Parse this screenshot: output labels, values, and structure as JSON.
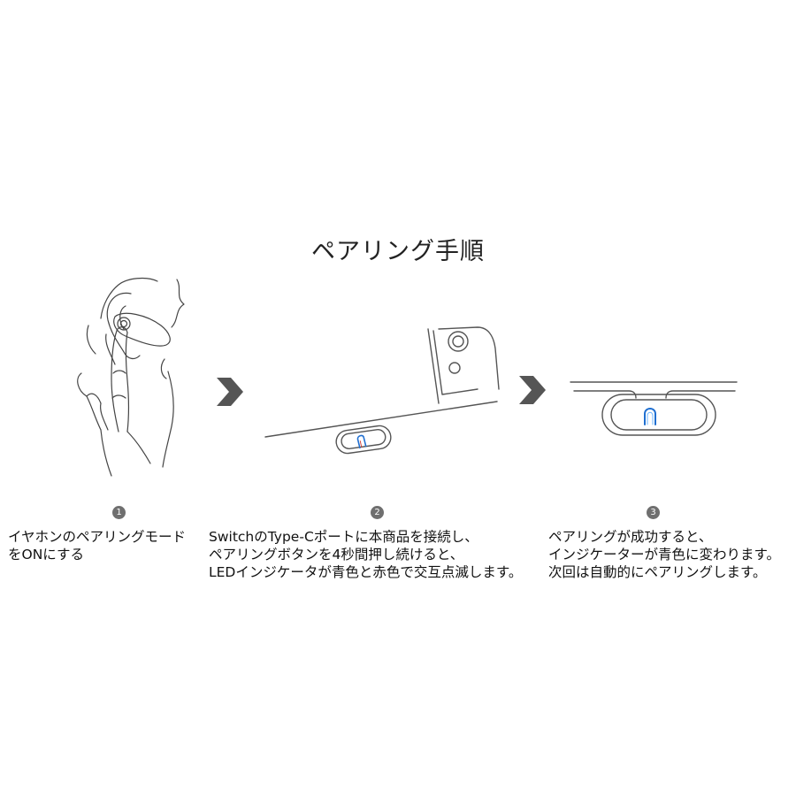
{
  "title": "ペアリング手順",
  "steps": [
    {
      "number": "1",
      "lines": [
        "イヤホンのペアリングモード",
        "をONにする"
      ]
    },
    {
      "number": "2",
      "lines": [
        "SwitchのType-Cポートに本商品を接続し、",
        "ペアリングボタンを4秒間押し続けると、",
        "LEDインジケータが青色と赤色で交互点滅します。"
      ]
    },
    {
      "number": "3",
      "lines": [
        "ペアリングが成功すると、",
        "インジケーターが青色に変わります。",
        "次回は自動的にペアリングします。"
      ]
    }
  ],
  "icons": {
    "arrow": "chevron-right-icon",
    "led_colors": [
      "#1f6fd1",
      "#d13a2f"
    ],
    "arrow_color": "#555555"
  }
}
